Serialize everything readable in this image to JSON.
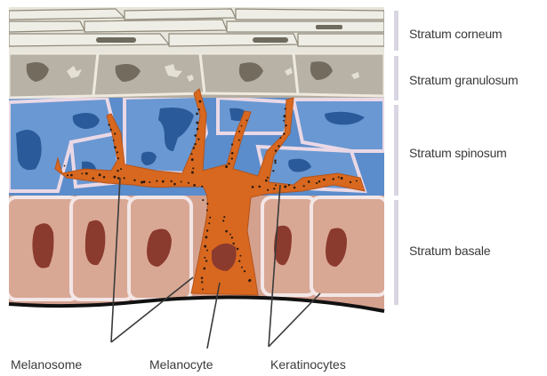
{
  "layers": [
    {
      "name": "Stratum corneum"
    },
    {
      "name": "Stratum granulosum"
    },
    {
      "name": "Stratum spinosum"
    },
    {
      "name": "Stratum basale"
    }
  ],
  "callouts": {
    "melanosome": "Melanosome",
    "melanocyte": "Melanocyte",
    "keratinocytes": "Keratinocytes"
  },
  "colors": {
    "corneum": "#e8e6dc",
    "granulosum": "#b4aea2",
    "spinosum": "#5b8ccb",
    "basale": "#d4a18f",
    "melanocyte": "#d8681f",
    "nucleus": "#8b3a2e"
  }
}
